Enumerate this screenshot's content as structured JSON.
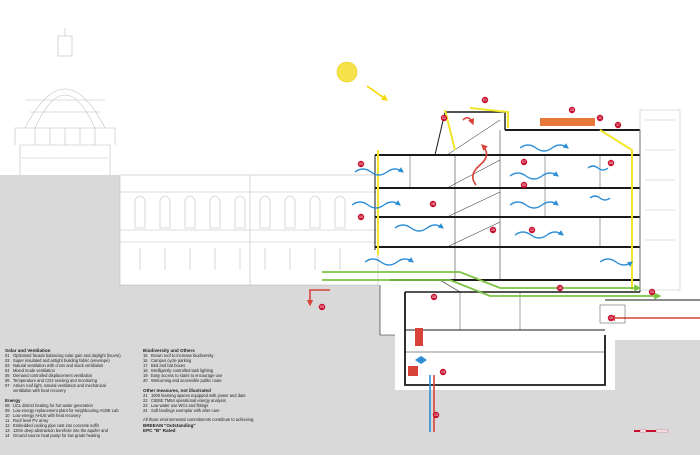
{
  "legend_left": {
    "sections": [
      {
        "heading": "Solar and Ventilation",
        "items": [
          {
            "num": "01",
            "text": "Optimised facade balancing solar gain and daylight (louvre)"
          },
          {
            "num": "02",
            "text": "Super insulated and airtight building fabric (envelope)"
          },
          {
            "num": "03",
            "text": "Natural ventilation with cross and stack ventilation"
          },
          {
            "num": "04",
            "text": "Mixed mode ventilation"
          },
          {
            "num": "05",
            "text": "Demand controlled displacement ventilation"
          },
          {
            "num": "06",
            "text": "Temperature and CO2 sensing and monitoring"
          },
          {
            "num": "07",
            "text": "Atrium roof light, natural ventilation and mechanical"
          },
          {
            "num": "",
            "text": "ventilation with heat recovery"
          }
        ]
      },
      {
        "heading": "Energy",
        "items": [
          {
            "num": "08",
            "text": "UCL district heating for hot water generation"
          },
          {
            "num": "09",
            "text": "Low energy replacement plant for neighbouring ACBE Lab"
          },
          {
            "num": "10",
            "text": "Low energy AHUS with heat recovery"
          },
          {
            "num": "11",
            "text": "Roof level PV array"
          },
          {
            "num": "12",
            "text": "Embedded cooling pipe cast into concrete soffit"
          },
          {
            "num": "13",
            "text": "120m deep abstraction borehole into the aquifer and"
          },
          {
            "num": "14",
            "text": "Ground source heat pump for low grade heating"
          }
        ]
      }
    ]
  },
  "legend_right": {
    "sections": [
      {
        "heading": "Biodiversity and Others",
        "items": [
          {
            "num": "15",
            "text": "Brown roof to increase biodiversity"
          },
          {
            "num": "16",
            "text": "Campus cycle parking"
          },
          {
            "num": "17",
            "text": "Bird and bat boxes"
          },
          {
            "num": "18",
            "text": "Intelligently controlled task lighting"
          },
          {
            "num": "19",
            "text": "Easy access to stairs to encourage use"
          },
          {
            "num": "20",
            "text": "Welcoming and accessible public route"
          }
        ]
      },
      {
        "heading": "Other measures, not illustrated",
        "items": [
          {
            "num": "21",
            "text": "1000 learning spaces equipped with power and date"
          },
          {
            "num": "22",
            "text": "CIBSE TM54 operational energy analysis"
          },
          {
            "num": "23",
            "text": "Low water use WCs and fittings"
          },
          {
            "num": "24",
            "text": "Soft landings exemplar with after care"
          }
        ]
      }
    ],
    "closing": "All those environmental commitments contribute to achieving:",
    "rating_1": "BREEAM \"Outstanding\"",
    "rating_2": "EPC \"B\" Rated"
  },
  "markers": [
    "01",
    "02",
    "03",
    "04",
    "05",
    "06",
    "07",
    "08",
    "09",
    "10",
    "11",
    "12",
    "13",
    "14",
    "15",
    "16",
    "17",
    "18",
    "19",
    "20"
  ],
  "colors": {
    "ground": "#d9d9d9",
    "structure": "#1a1a1a",
    "marker": "#c8102e",
    "cool_air": "#2e8fd6",
    "warm_air": "#d9423a",
    "fresh_air": "#7cc243",
    "facade": "#f2e52a",
    "sun": "#f5e24a",
    "roof_pv": "#e8773a",
    "context_line": "#bdbdbd"
  },
  "icons": [
    "sun-icon",
    "scale-bar-icon"
  ]
}
